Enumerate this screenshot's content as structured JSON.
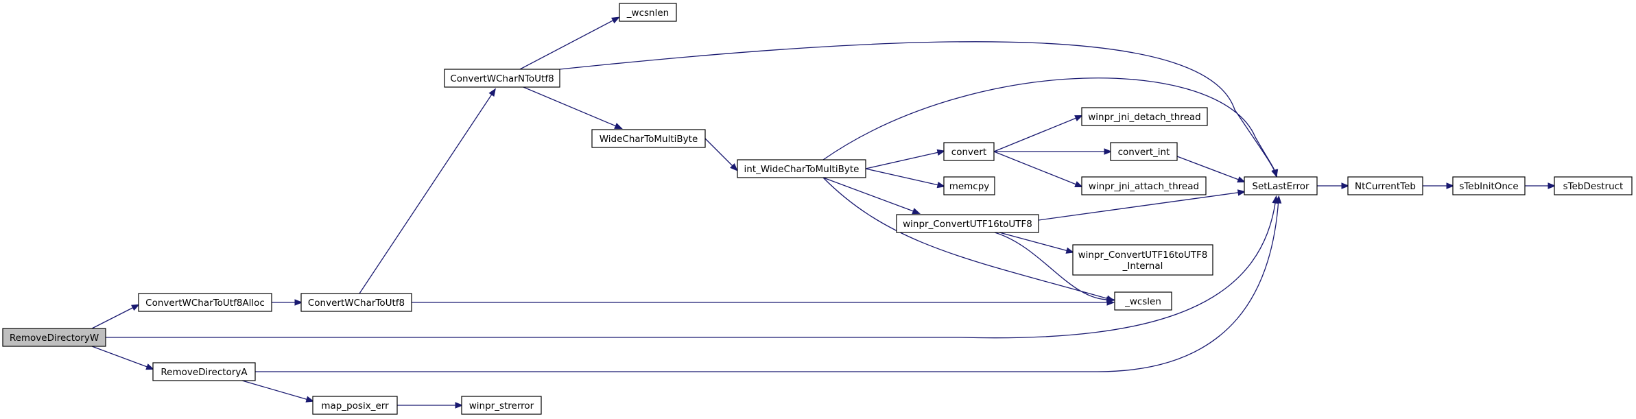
{
  "graph": {
    "root": "RemoveDirectoryW",
    "nodes": [
      {
        "id": "RemoveDirectoryW",
        "label": "RemoveDirectoryW"
      },
      {
        "id": "ConvertWCharToUtf8Alloc",
        "label": "ConvertWCharToUtf8Alloc"
      },
      {
        "id": "ConvertWCharToUtf8",
        "label": "ConvertWCharToUtf8"
      },
      {
        "id": "ConvertWCharNToUtf8",
        "label": "ConvertWCharNToUtf8"
      },
      {
        "id": "_wcsnlen",
        "label": "_wcsnlen"
      },
      {
        "id": "WideCharToMultiByte",
        "label": "WideCharToMultiByte"
      },
      {
        "id": "int_WideCharToMultiByte",
        "label": "int_WideCharToMultiByte"
      },
      {
        "id": "convert",
        "label": "convert"
      },
      {
        "id": "memcpy",
        "label": "memcpy"
      },
      {
        "id": "winpr_ConvertUTF16toUTF8",
        "label": "winpr_ConvertUTF16toUTF8"
      },
      {
        "id": "winpr_jni_detach_thread",
        "label": "winpr_jni_detach_thread"
      },
      {
        "id": "convert_int",
        "label": "convert_int"
      },
      {
        "id": "winpr_jni_attach_thread",
        "label": "winpr_jni_attach_thread"
      },
      {
        "id": "winpr_ConvertUTF16toUTF8_Internal",
        "label": "winpr_ConvertUTF16toUTF8\n_Internal"
      },
      {
        "id": "_wcslen",
        "label": "_wcslen"
      },
      {
        "id": "SetLastError",
        "label": "SetLastError"
      },
      {
        "id": "NtCurrentTeb",
        "label": "NtCurrentTeb"
      },
      {
        "id": "sTebInitOnce",
        "label": "sTebInitOnce"
      },
      {
        "id": "sTebDestruct",
        "label": "sTebDestruct"
      },
      {
        "id": "RemoveDirectoryA",
        "label": "RemoveDirectoryA"
      },
      {
        "id": "map_posix_err",
        "label": "map_posix_err"
      },
      {
        "id": "winpr_strerror",
        "label": "winpr_strerror"
      }
    ],
    "edges": [
      {
        "from": "RemoveDirectoryW",
        "to": "ConvertWCharToUtf8Alloc"
      },
      {
        "from": "RemoveDirectoryW",
        "to": "SetLastError"
      },
      {
        "from": "RemoveDirectoryW",
        "to": "RemoveDirectoryA"
      },
      {
        "from": "ConvertWCharToUtf8Alloc",
        "to": "ConvertWCharToUtf8"
      },
      {
        "from": "ConvertWCharToUtf8",
        "to": "ConvertWCharNToUtf8"
      },
      {
        "from": "ConvertWCharToUtf8",
        "to": "_wcslen"
      },
      {
        "from": "ConvertWCharNToUtf8",
        "to": "_wcsnlen"
      },
      {
        "from": "ConvertWCharNToUtf8",
        "to": "SetLastError"
      },
      {
        "from": "ConvertWCharNToUtf8",
        "to": "WideCharToMultiByte"
      },
      {
        "from": "WideCharToMultiByte",
        "to": "int_WideCharToMultiByte"
      },
      {
        "from": "int_WideCharToMultiByte",
        "to": "SetLastError"
      },
      {
        "from": "int_WideCharToMultiByte",
        "to": "convert"
      },
      {
        "from": "int_WideCharToMultiByte",
        "to": "memcpy"
      },
      {
        "from": "int_WideCharToMultiByte",
        "to": "winpr_ConvertUTF16toUTF8"
      },
      {
        "from": "int_WideCharToMultiByte",
        "to": "_wcslen"
      },
      {
        "from": "convert",
        "to": "winpr_jni_detach_thread"
      },
      {
        "from": "convert",
        "to": "convert_int"
      },
      {
        "from": "convert",
        "to": "winpr_jni_attach_thread"
      },
      {
        "from": "convert_int",
        "to": "SetLastError"
      },
      {
        "from": "winpr_ConvertUTF16toUTF8",
        "to": "SetLastError"
      },
      {
        "from": "winpr_ConvertUTF16toUTF8",
        "to": "winpr_ConvertUTF16toUTF8_Internal"
      },
      {
        "from": "winpr_ConvertUTF16toUTF8",
        "to": "_wcslen"
      },
      {
        "from": "SetLastError",
        "to": "NtCurrentTeb"
      },
      {
        "from": "NtCurrentTeb",
        "to": "sTebInitOnce"
      },
      {
        "from": "sTebInitOnce",
        "to": "sTebDestruct"
      },
      {
        "from": "RemoveDirectoryA",
        "to": "SetLastError"
      },
      {
        "from": "RemoveDirectoryA",
        "to": "map_posix_err"
      },
      {
        "from": "map_posix_err",
        "to": "winpr_strerror"
      }
    ]
  },
  "colors": {
    "edge": "#191970",
    "node_border": "#000000",
    "node_fill": "#ffffff",
    "root_fill": "#bfbfbf",
    "background": "#ffffff"
  }
}
